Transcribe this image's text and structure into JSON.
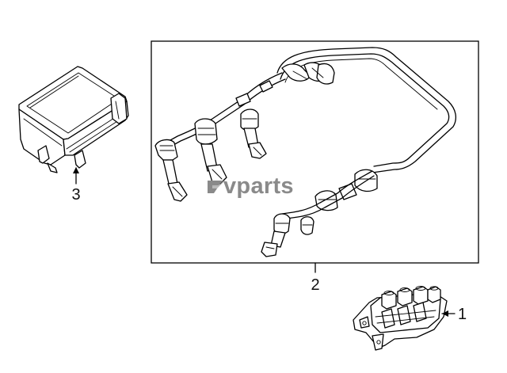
{
  "diagram": {
    "callouts": {
      "coil": "1",
      "wire_set": "2",
      "module": "3"
    },
    "watermark": {
      "text": "vparts"
    }
  }
}
